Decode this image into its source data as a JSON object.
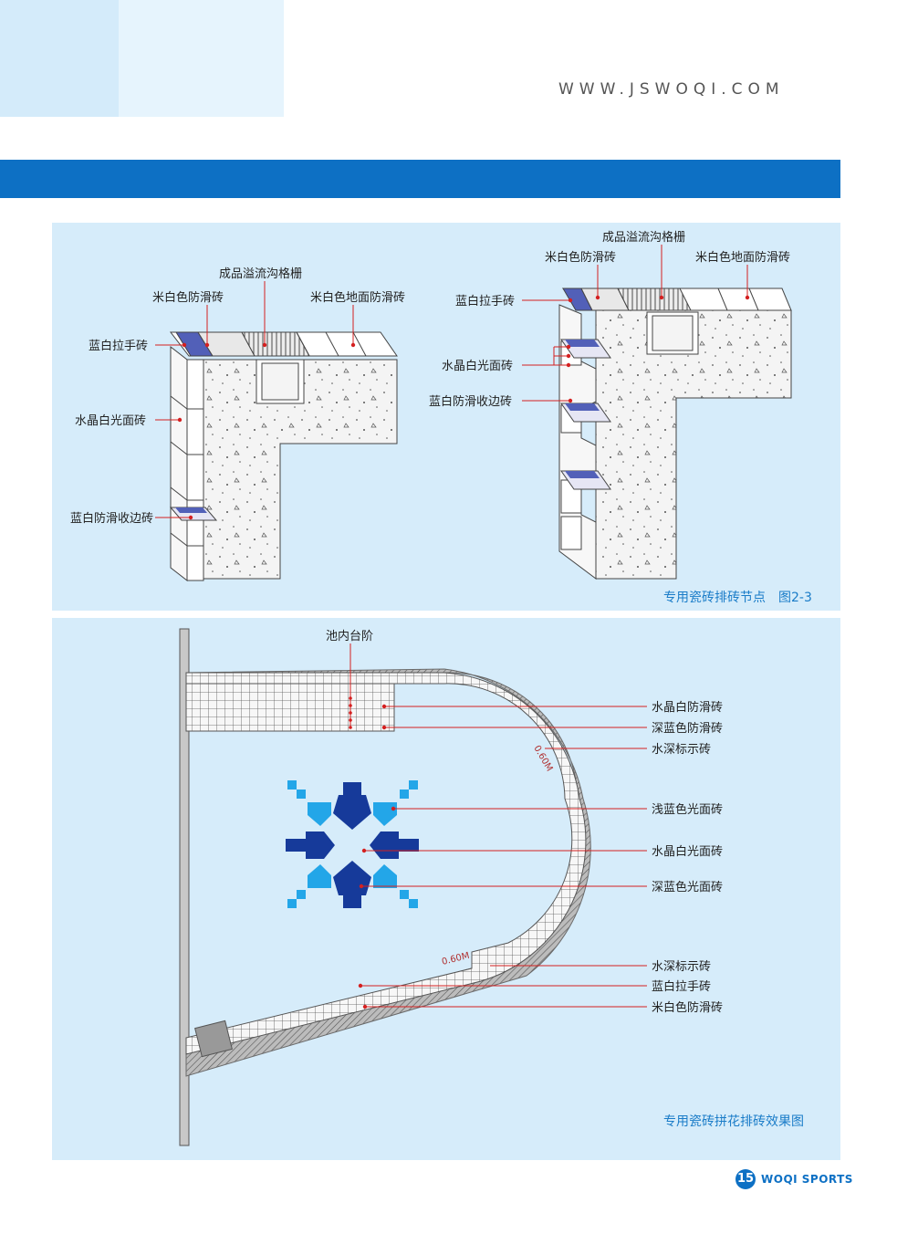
{
  "header": {
    "url": "WWW.JSWOQI.COM"
  },
  "diagram1": {
    "left_labels": {
      "grate": "成品溢流沟格栅",
      "beige_antislip": "米白色防滑砖",
      "beige_floor": "米白色地面防滑砖",
      "blue_handle": "蓝白拉手砖",
      "crystal_gloss": "水晶白光面砖",
      "blue_edge": "蓝白防滑收边砖"
    },
    "right_labels": {
      "grate": "成品溢流沟格栅",
      "beige_antislip": "米白色防滑砖",
      "beige_floor": "米白色地面防滑砖",
      "blue_handle": "蓝白拉手砖",
      "crystal_gloss": "水晶白光面砖",
      "blue_edge": "蓝白防滑收边砖"
    },
    "caption": "专用瓷砖排砖节点　图2-3"
  },
  "diagram2": {
    "top_label": "池内台阶",
    "right_labels": [
      "水晶白防滑砖",
      "深蓝色防滑砖",
      "水深标示砖",
      "浅蓝色光面砖",
      "水晶白光面砖",
      "深蓝色光面砖",
      "水深标示砖",
      "蓝白拉手砖",
      "米白色防滑砖"
    ],
    "depth_mark_top": "0.60M",
    "depth_mark_bottom": "0.60M",
    "caption": "专用瓷砖拼花排砖效果图"
  },
  "footer": {
    "page": "15",
    "brand": "WOQI SPORTS"
  },
  "colors": {
    "brand_blue": "#0d70c4",
    "panel_bg": "#d6ecfa",
    "dark_tile": "#163a9a",
    "light_tile": "#23a6e8",
    "leader": "#d42020"
  }
}
